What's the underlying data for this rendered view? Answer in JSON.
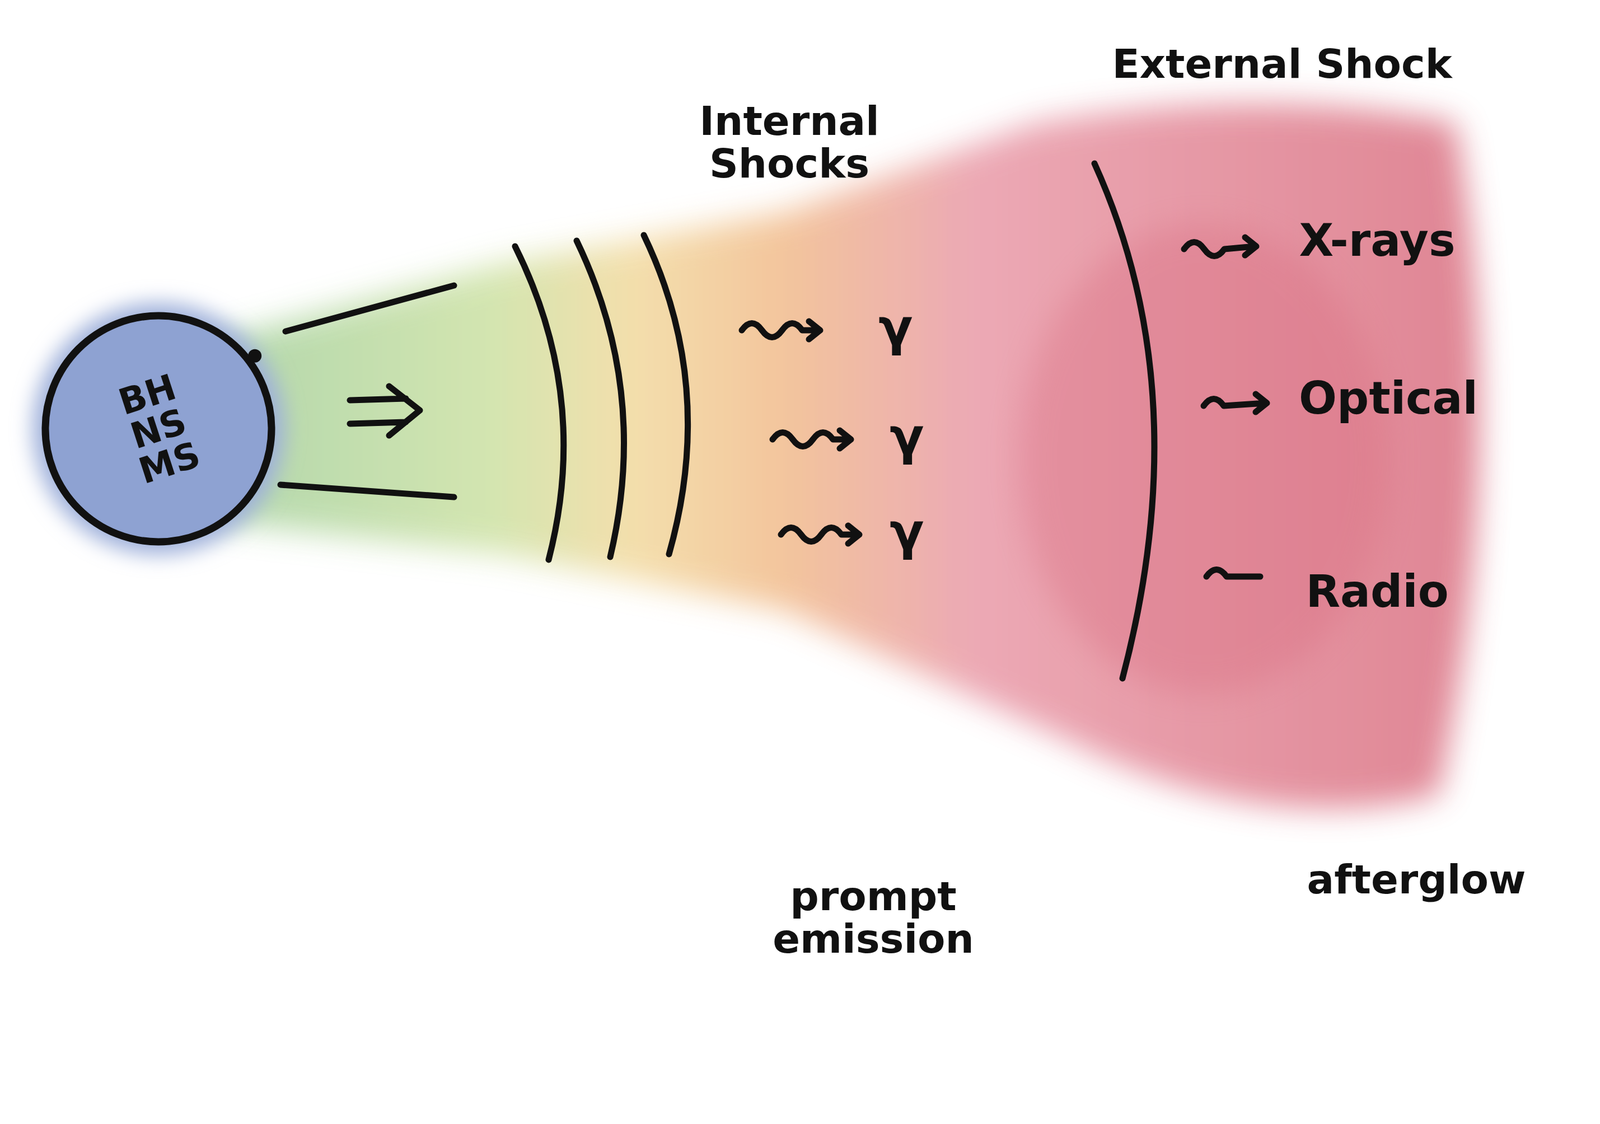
{
  "diagram": {
    "nodes": [
      {
        "text": [
          "BH NS MS"
        ]
      }
    ],
    "labels": [
      "Internal Shocks",
      "External Shock",
      "γ",
      "γ",
      "γ",
      "X-rays",
      "Optical",
      "Radio",
      "prompt emission",
      "afterglow"
    ]
  }
}
